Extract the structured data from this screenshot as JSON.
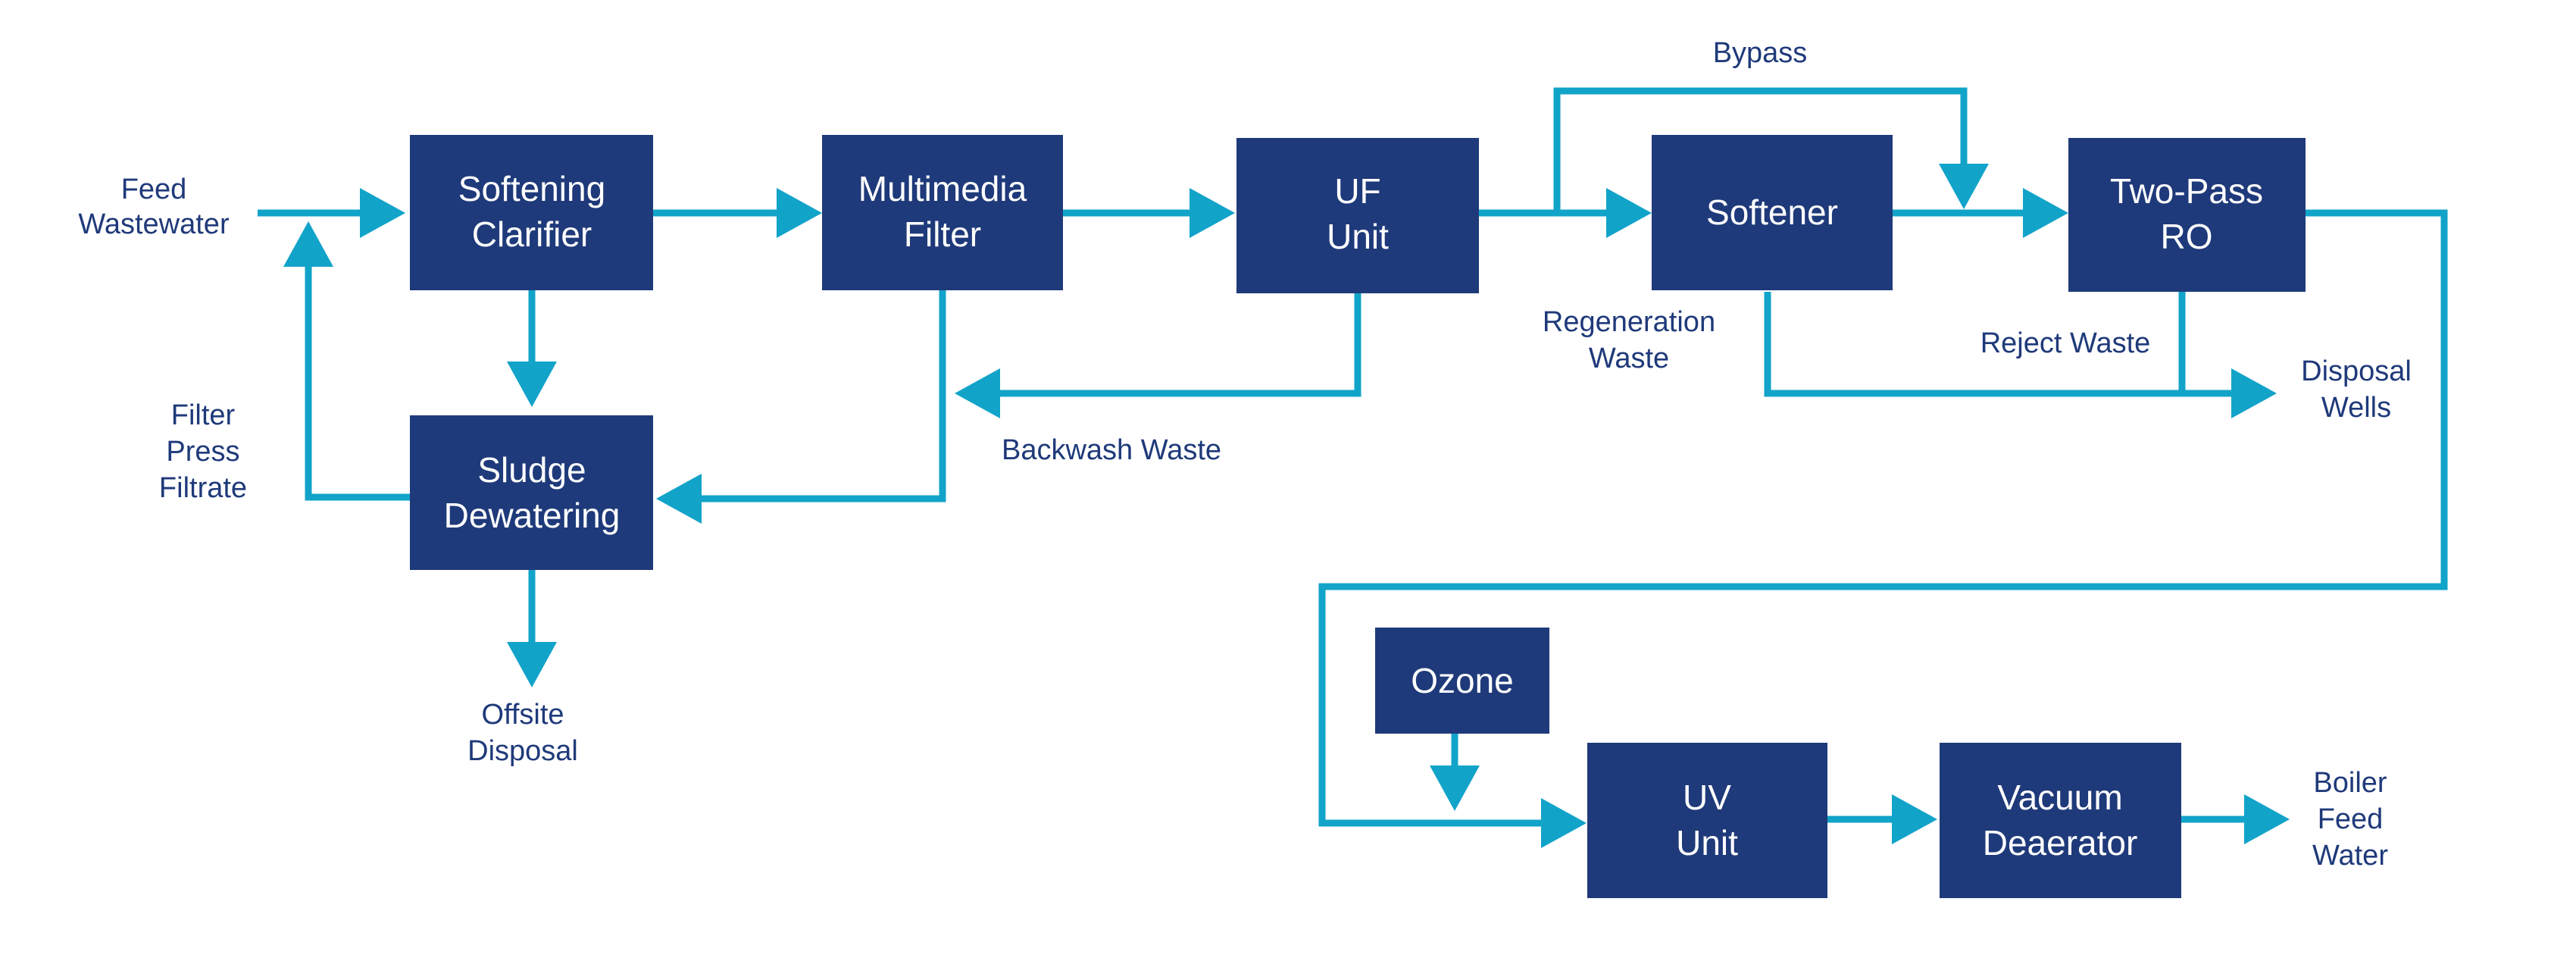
{
  "colors": {
    "box_fill": "#1f3a7a",
    "box_text": "#ffffff",
    "label_text": "#1f3a7a",
    "flow_line": "#12a3c9",
    "background": "#ffffff"
  },
  "boxes": {
    "softening_clarifier": [
      "Softening",
      "Clarifier"
    ],
    "multimedia_filter": [
      "Multimedia",
      "Filter"
    ],
    "uf_unit": [
      "UF",
      "Unit"
    ],
    "softener": [
      "Softener"
    ],
    "two_pass_ro": [
      "Two-Pass",
      "RO"
    ],
    "sludge_dewatering": [
      "Sludge",
      "Dewatering"
    ],
    "ozone": [
      "Ozone"
    ],
    "uv_unit": [
      "UV",
      "Unit"
    ],
    "vacuum_deaerator": [
      "Vacuum",
      "Deaerator"
    ]
  },
  "labels": {
    "feed_wastewater": [
      "Feed",
      "Wastewater"
    ],
    "filter_press_filtrate": [
      "Filter",
      "Press",
      "Filtrate"
    ],
    "offsite_disposal": [
      "Offsite",
      "Disposal"
    ],
    "backwash_waste": [
      "Backwash Waste"
    ],
    "bypass": [
      "Bypass"
    ],
    "regeneration_waste": [
      "Regeneration",
      "Waste"
    ],
    "reject_waste": [
      "Reject Waste"
    ],
    "disposal_wells": [
      "Disposal",
      "Wells"
    ],
    "boiler_feed_water": [
      "Boiler",
      "Feed",
      "Water"
    ]
  }
}
